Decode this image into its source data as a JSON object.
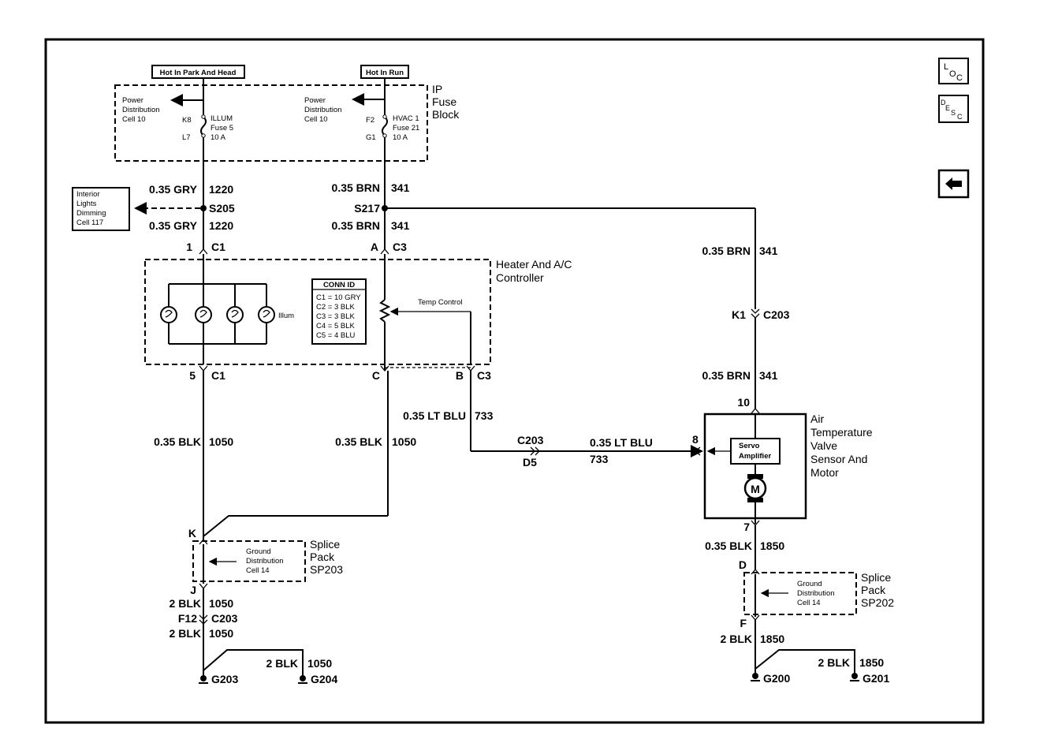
{
  "header": {
    "hot_park": "Hot In Park And Head",
    "hot_run": "Hot In Run",
    "ip_fuse": [
      "IP",
      "Fuse",
      "Block"
    ]
  },
  "fuse_block": {
    "left_pd": [
      "Power",
      "Distribution",
      "Cell 10"
    ],
    "right_pd": [
      "Power",
      "Distribution",
      "Cell 10"
    ],
    "k8": "K8",
    "l7": "L7",
    "illum_fuse": [
      "ILLUM",
      "Fuse 5",
      "10 A"
    ],
    "f2": "F2",
    "g1": "G1",
    "hvac_fuse": [
      "HVAC 1",
      "Fuse 21",
      "10 A"
    ]
  },
  "left_branch": {
    "w_top": "0.35 GRY",
    "c_top": "1220",
    "splice": "S205",
    "w_bot": "0.35 GRY",
    "c_bot": "1220",
    "pin": "1",
    "conn": "C1",
    "interior": [
      "Interior",
      "Lights",
      "Dimming",
      "Cell 117"
    ]
  },
  "mid_branch": {
    "w_top": "0.35 BRN",
    "c_top": "341",
    "splice": "S217",
    "w_bot": "0.35 BRN",
    "c_bot": "341",
    "pin": "A",
    "conn": "C3"
  },
  "controller": {
    "title": [
      "Heater And A/C",
      "Controller"
    ],
    "illum": "Illum",
    "temp_control": "Temp Control",
    "conn_id_title": "CONN ID",
    "conn_ids": [
      "C1 = 10 GRY",
      "C2 = 3 BLK",
      "C3 = 3 BLK",
      "C4 = 5 BLK",
      "C5 = 4 BLU"
    ],
    "pin_5": "5",
    "c1_bot": "C1",
    "pin_c": "C",
    "pin_b": "B",
    "c3_bot": "C3"
  },
  "lower": {
    "blk_l_w": "0.35 BLK",
    "blk_l_c": "1050",
    "blk_m_w": "0.35 BLK",
    "blk_m_c": "1050",
    "ltblu_w": "0.35 LT BLU",
    "ltblu_c": "733",
    "c203": "C203",
    "d5": "D5",
    "ltblu2_w": "0.35 LT BLU",
    "ltblu2_c": "733",
    "k": "K"
  },
  "sp203": {
    "gd": [
      "Ground",
      "Distribution",
      "Cell 14"
    ],
    "title": [
      "Splice",
      "Pack",
      "SP203"
    ],
    "j": "J",
    "w1": "2 BLK",
    "c1": "1050",
    "f12": "F12",
    "conn": "C203",
    "w2": "2 BLK",
    "c2": "1050",
    "w3": "2 BLK",
    "c3": "1050",
    "g203": "G203",
    "g204": "G204"
  },
  "right": {
    "w1": "0.35 BRN",
    "c1": "341",
    "k1": "K1",
    "conn": "C203",
    "w2": "0.35 BRN",
    "c2": "341",
    "pin10": "10",
    "pin8": "8",
    "pin7": "7",
    "device": [
      "Air",
      "Temperature",
      "Valve",
      "Sensor And",
      "Motor"
    ],
    "servo": [
      "Servo",
      "Amplifier"
    ],
    "motor": "M",
    "w3": "0.35 BLK",
    "c3": "1850",
    "d": "D"
  },
  "sp202": {
    "gd": [
      "Ground",
      "Distribution",
      "Cell 14"
    ],
    "title": [
      "Splice",
      "Pack",
      "SP202"
    ],
    "f": "F",
    "w1": "2 BLK",
    "c1": "1850",
    "w2": "2 BLK",
    "c2": "1850",
    "g200": "G200",
    "g201": "G201"
  },
  "nav": {
    "loc": "LOC",
    "desc": "DESC",
    "back_icon": "back-arrow-icon"
  }
}
